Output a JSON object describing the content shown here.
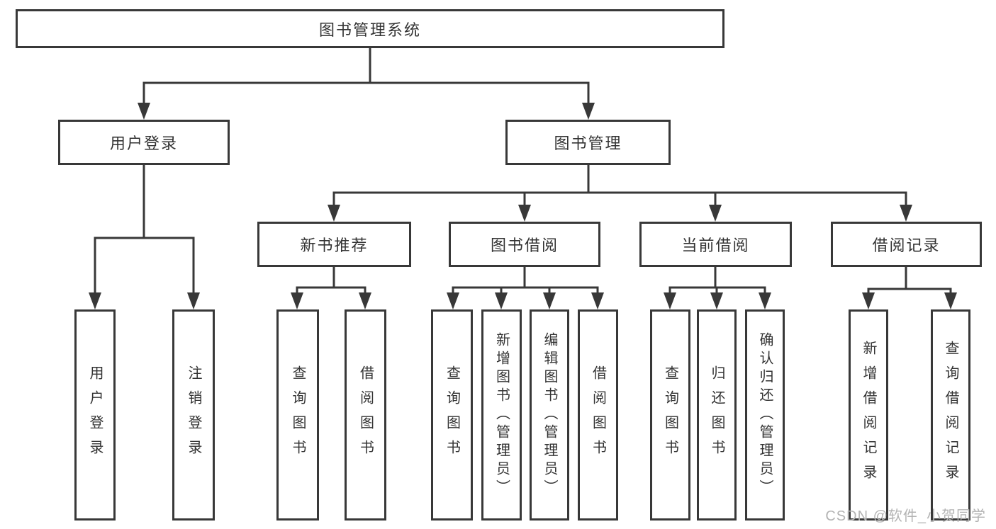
{
  "diagram": {
    "root": {
      "label": "图书管理系统"
    },
    "branches": [
      {
        "label": "用户登录",
        "children": [
          "用户登录",
          "注销登录"
        ]
      },
      {
        "label": "图书管理",
        "groups": [
          {
            "label": "新书推荐",
            "children": [
              "查询图书",
              "借阅图书"
            ]
          },
          {
            "label": "图书借阅",
            "children": [
              "查询图书",
              "新增图书（管理员）",
              "编辑图书（管理员）",
              "借阅图书"
            ]
          },
          {
            "label": "当前借阅",
            "children": [
              "查询图书",
              "归还图书",
              "确认归还（管理员）"
            ]
          },
          {
            "label": "借阅记录",
            "children": [
              "新增借阅记录",
              "查询借阅记录"
            ]
          }
        ]
      }
    ]
  },
  "watermark": {
    "text": "CSDN @软件_小贺同学"
  },
  "colors": {
    "line": "#383838",
    "text": "#333333",
    "watermark": "#b3b3b3",
    "background": "#ffffff"
  }
}
